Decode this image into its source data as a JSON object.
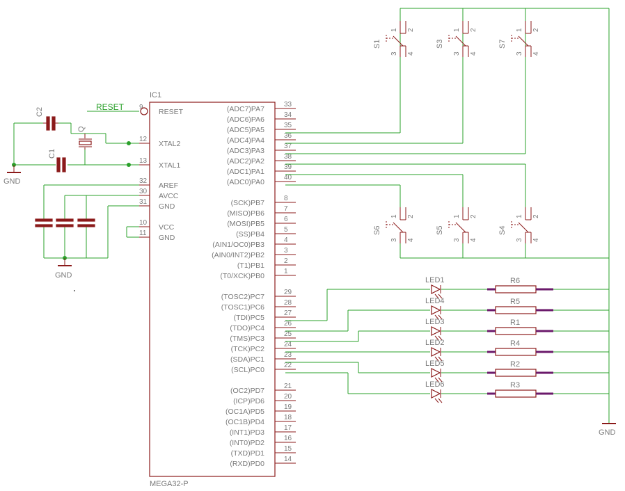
{
  "ic": {
    "name": "IC1",
    "value": "MEGA32-P",
    "left_pins": [
      {
        "num": "9",
        "label": "RESET"
      },
      {
        "num": "12",
        "label": "XTAL2"
      },
      {
        "num": "13",
        "label": "XTAL1"
      },
      {
        "num": "32",
        "label": "AREF"
      },
      {
        "num": "30",
        "label": "AVCC"
      },
      {
        "num": "31",
        "label": "GND"
      },
      {
        "num": "10",
        "label": "VCC"
      },
      {
        "num": "11",
        "label": "GND"
      }
    ],
    "right_pins": [
      {
        "num": "33",
        "label": "(ADC7)PA7"
      },
      {
        "num": "34",
        "label": "(ADC6)PA6"
      },
      {
        "num": "35",
        "label": "(ADC5)PA5"
      },
      {
        "num": "36",
        "label": "(ADC4)PA4"
      },
      {
        "num": "37",
        "label": "(ADC3)PA3"
      },
      {
        "num": "38",
        "label": "(ADC2)PA2"
      },
      {
        "num": "39",
        "label": "(ADC1)PA1"
      },
      {
        "num": "40",
        "label": "(ADC0)PA0"
      },
      {
        "num": "8",
        "label": "(SCK)PB7"
      },
      {
        "num": "7",
        "label": "(MISO)PB6"
      },
      {
        "num": "6",
        "label": "(MOSI)PB5"
      },
      {
        "num": "5",
        "label": "(SS)PB4"
      },
      {
        "num": "4",
        "label": "(AIN1/OC0)PB3"
      },
      {
        "num": "3",
        "label": "(AIN0/INT2)PB2"
      },
      {
        "num": "2",
        "label": "(T1)PB1"
      },
      {
        "num": "1",
        "label": "(T0/XCK)PB0"
      },
      {
        "num": "29",
        "label": "(TOSC2)PC7"
      },
      {
        "num": "28",
        "label": "(TOSC1)PC6"
      },
      {
        "num": "27",
        "label": "(TDI)PC5"
      },
      {
        "num": "26",
        "label": "(TDO)PC4"
      },
      {
        "num": "25",
        "label": "(TMS)PC3"
      },
      {
        "num": "24",
        "label": "(TCK)PC2"
      },
      {
        "num": "23",
        "label": "(SDA)PC1"
      },
      {
        "num": "22",
        "label": "(SCL)PC0"
      },
      {
        "num": "21",
        "label": "(OC2)PD7"
      },
      {
        "num": "20",
        "label": "(ICP)PD6"
      },
      {
        "num": "19",
        "label": "(OC1A)PD5"
      },
      {
        "num": "18",
        "label": "(OC1B)PD4"
      },
      {
        "num": "17",
        "label": "(INT1)PD3"
      },
      {
        "num": "16",
        "label": "(INT0)PD2"
      },
      {
        "num": "15",
        "label": "(TXD)PD1"
      },
      {
        "num": "14",
        "label": "(RXD)PD0"
      }
    ]
  },
  "net_reset": "RESET",
  "caps": {
    "c1": "C1",
    "c2": "C2"
  },
  "crystal": "Q",
  "gnd_labels": {
    "left_top": "GND",
    "left_bottom": "GND",
    "right": "GND"
  },
  "switches_top": [
    "S1",
    "S3",
    "S7"
  ],
  "switches_bottom": [
    "S6",
    "S5",
    "S4"
  ],
  "switch_pins": {
    "p1": "1",
    "p2": "2",
    "p3": "3",
    "p4": "4"
  },
  "leds": [
    "LED1",
    "LED4",
    "LED3",
    "LED2",
    "LED5",
    "LED6"
  ],
  "resistors": [
    "R6",
    "R5",
    "R1",
    "R4",
    "R2",
    "R3"
  ],
  "colors": {
    "wire": "#2aa02a",
    "part": "#8b1a1a",
    "label": "#7a7a7a",
    "lead": "#6b1a6b"
  }
}
